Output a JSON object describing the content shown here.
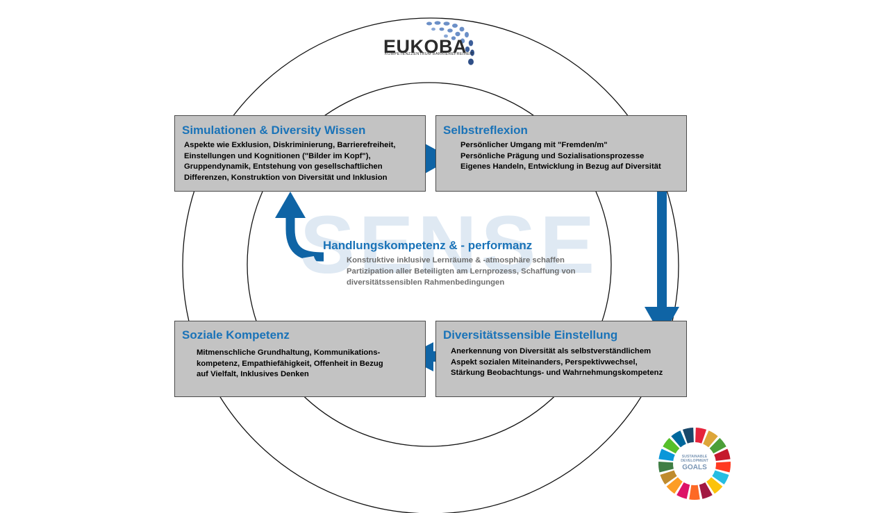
{
  "logo": {
    "name": "EUKOBA",
    "tagline": "KOMPETENZZENTRUM BARRIEREFREIHEIT"
  },
  "watermark": "SENSE",
  "center": {
    "title": "Handlungskompetenz & - performanz",
    "lines": [
      "Konstruktive inklusive Lernräume & -atmosphäre schaffen",
      "Partizipation aller Beteiligten am Lernprozess, Schaffung von",
      "diversitätssensiblen Rahmenbedingungen"
    ]
  },
  "boxes": {
    "simulation": {
      "title": "Simulationen & Diversity Wissen",
      "lines": [
        "Aspekte wie Exklusion, Diskriminierung, Barrierefreiheit,",
        "Einstellungen und Kognitionen (\"Bilder im Kopf\"),",
        "Gruppendynamik, Entstehung von gesellschaftlichen",
        "Differenzen, Konstruktion von Diversität und Inklusion"
      ]
    },
    "selbstreflexion": {
      "title": "Selbstreflexion",
      "lines": [
        "Persönlicher Umgang mit \"Fremden/m\"",
        "Persönliche Prägung und Sozialisationsprozesse",
        "Eigenes Handeln, Entwicklung in Bezug auf Diversität"
      ]
    },
    "soziale": {
      "title": "Soziale Kompetenz",
      "lines": [
        "Mitmenschliche Grundhaltung, Kommunikations-",
        "kompetenz, Empathiefähigkeit, Offenheit in Bezug",
        "auf Vielfalt, Inklusives Denken"
      ]
    },
    "diversitaet": {
      "title": "Diversitätssensible Einstellung",
      "lines": [
        "Anerkennung von Diversität als selbstverständlichem",
        "Aspekt sozialen Miteinanders, Perspektivwechsel,",
        "Stärkung Beobachtungs- und Wahrnehmungskompetenz"
      ]
    }
  },
  "sdg_badge": {
    "line1": "SUSTAINABLE",
    "line2": "DEVELOPMENT",
    "line3": "GOALS"
  },
  "colors": {
    "accent_blue": "#1a73b8",
    "arrow_blue": "#0f64a5",
    "box_fill": "#c3c3c3",
    "box_border": "#4a4a4a",
    "circle_stroke": "#111111",
    "center_text_gray": "#6e6e6e",
    "watermark_tint": "#dfe9f3"
  }
}
